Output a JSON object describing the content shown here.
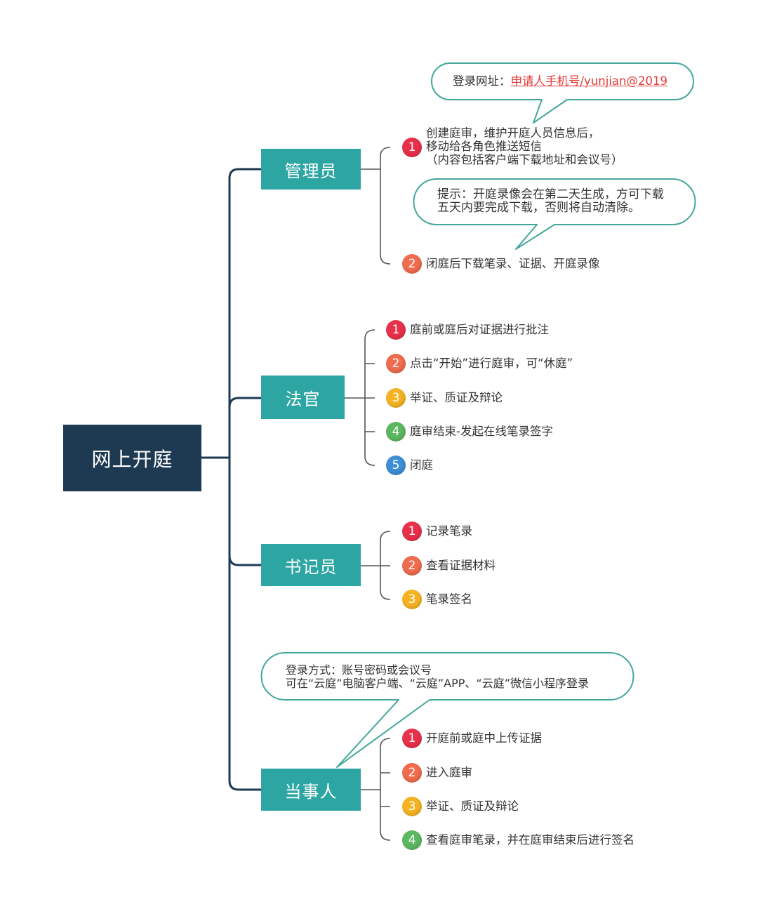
{
  "colors": {
    "root_bg": "#1e3a52",
    "branch_bg": "#2ca5a3",
    "trunk_line": "#1e3a52",
    "bracket_line": "#555555",
    "callout_border": "#45a79b",
    "link": "#e53935",
    "text": "#333333"
  },
  "root": {
    "label": "网上开庭"
  },
  "branches": {
    "admin": {
      "label": "管理员",
      "items": [
        {
          "num": "1",
          "color": "#e8304a",
          "lines": [
            "创建庭审，维护开庭人员信息后，",
            "移动给各角色推送短信",
            "（内容包括客户端下载地址和会议号）"
          ]
        },
        {
          "num": "2",
          "color": "#ef6c4e",
          "text": "闭庭后下载笔录、证据、开庭录像"
        }
      ]
    },
    "judge": {
      "label": "法官",
      "items": [
        {
          "num": "1",
          "color": "#e8304a",
          "text": "庭前或庭后对证据进行批注"
        },
        {
          "num": "2",
          "color": "#ef6c4e",
          "text": "点击“开始”进行庭审，可“休庭”"
        },
        {
          "num": "3",
          "color": "#f5b323",
          "text": "举证、质证及辩论"
        },
        {
          "num": "4",
          "color": "#5cb860",
          "text": "庭审结束-发起在线笔录签字"
        },
        {
          "num": "5",
          "color": "#3d8ed6",
          "text": "闭庭"
        }
      ]
    },
    "clerk": {
      "label": "书记员",
      "items": [
        {
          "num": "1",
          "color": "#e8304a",
          "text": "记录笔录"
        },
        {
          "num": "2",
          "color": "#ef6c4e",
          "text": "查看证据材料"
        },
        {
          "num": "3",
          "color": "#f5b323",
          "text": "笔录签名"
        }
      ]
    },
    "party": {
      "label": "当事人",
      "items": [
        {
          "num": "1",
          "color": "#e8304a",
          "text": "开庭前或庭中上传证据"
        },
        {
          "num": "2",
          "color": "#ef6c4e",
          "text": "进入庭审"
        },
        {
          "num": "3",
          "color": "#f5b323",
          "text": "举证、质证及辩论"
        },
        {
          "num": "4",
          "color": "#5cb860",
          "text": "查看庭审笔录，并在庭审结束后进行签名"
        }
      ]
    }
  },
  "callouts": {
    "login_url": {
      "label": "登录网址：",
      "link": "申请人手机号/yunjian@2019"
    },
    "recording_tip": {
      "lines": [
        "提示：开庭录像会在第二天生成，方可下载",
        "五天内要完成下载，否则将自动清除。"
      ]
    },
    "party_login": {
      "lines": [
        "登录方式：账号密码或会议号",
        "可在“云庭”电脑客户端、“云庭”APP、“云庭”微信小程序登录"
      ]
    }
  }
}
